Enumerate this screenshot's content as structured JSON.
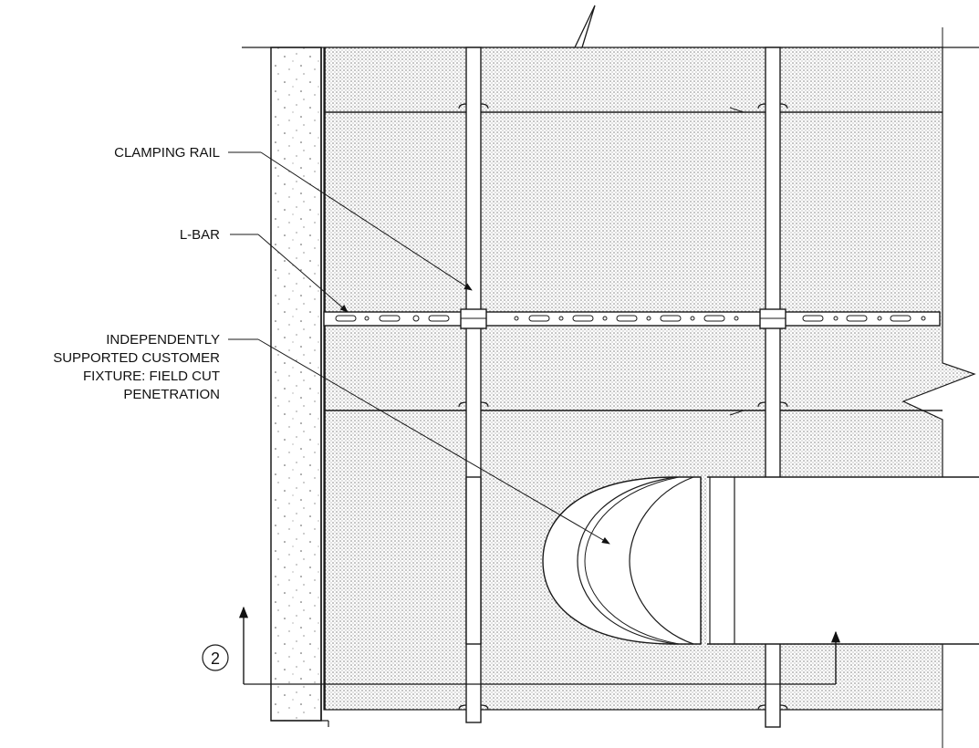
{
  "callouts": {
    "clamping_rail": "CLAMPING RAIL",
    "l_bar": "L-BAR",
    "fixture": {
      "line1": "INDEPENDENTLY",
      "line2": "SUPPORTED CUSTOMER",
      "line3": "FIXTURE: FIELD CUT",
      "line4": "PENETRATION"
    }
  },
  "section_marker": {
    "number": "2"
  },
  "colors": {
    "line": "#1a1a1a",
    "panel_stipple": "#d9d9d9",
    "background": "#ffffff"
  }
}
